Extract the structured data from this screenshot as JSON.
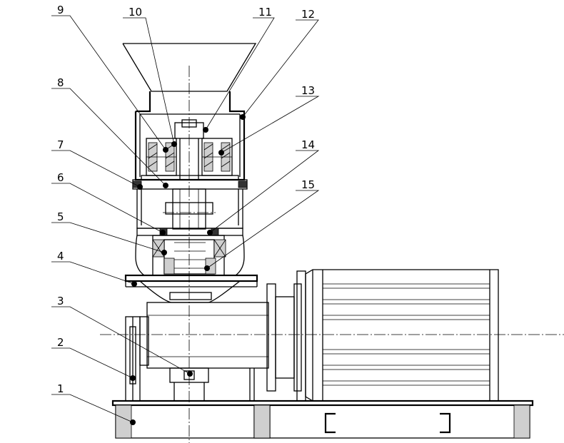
{
  "callouts": [
    {
      "id": "9",
      "label": "9"
    },
    {
      "id": "10",
      "label": "10"
    },
    {
      "id": "11",
      "label": "11"
    },
    {
      "id": "12",
      "label": "12"
    },
    {
      "id": "8",
      "label": "8"
    },
    {
      "id": "13",
      "label": "13"
    },
    {
      "id": "7",
      "label": "7"
    },
    {
      "id": "14",
      "label": "14"
    },
    {
      "id": "6",
      "label": "6"
    },
    {
      "id": "15",
      "label": "15"
    },
    {
      "id": "5",
      "label": "5"
    },
    {
      "id": "4",
      "label": "4"
    },
    {
      "id": "3",
      "label": "3"
    },
    {
      "id": "2",
      "label": "2"
    },
    {
      "id": "1",
      "label": "1"
    }
  ]
}
